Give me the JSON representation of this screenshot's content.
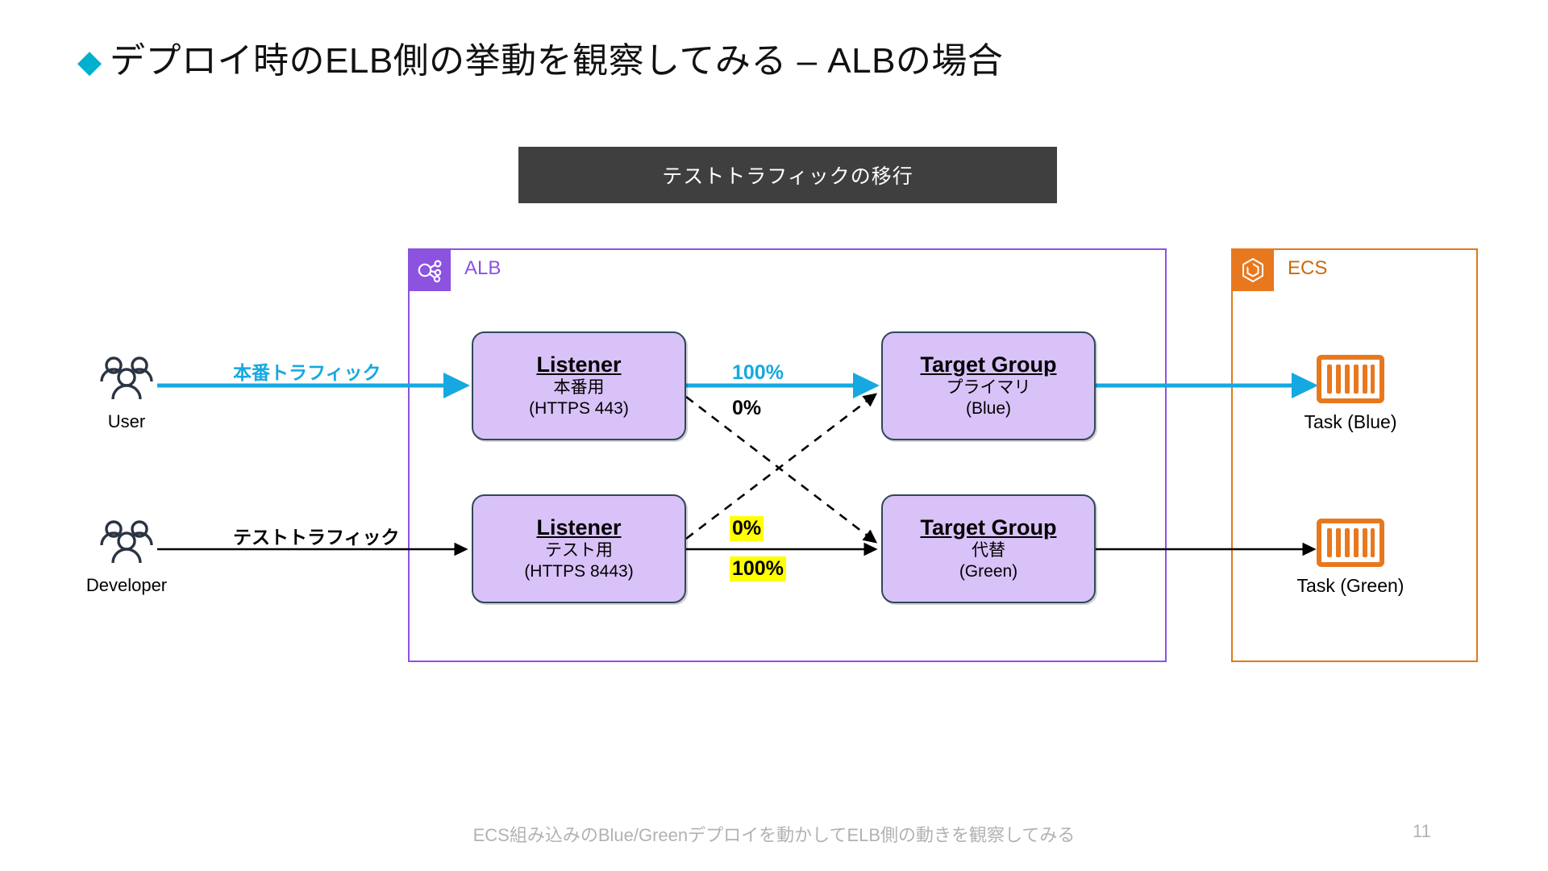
{
  "slide": {
    "title": "デプロイ時のELB側の挙動を観察してみる – ALBの場合",
    "title_bullet_icon": "diamond-bullet-icon",
    "caption": "テストトラフィックの移行",
    "footer": "ECS組み込みのBlue/Greenデプロイを動かしてELB側の動きを観察してみる",
    "page_number": "11"
  },
  "colors": {
    "accent_cyan": "#16a8e0",
    "bullet_cyan": "#00b0cc",
    "alb_purple": "#8c52e0",
    "ecs_orange": "#e8781e",
    "node_fill": "#d9c2f7",
    "node_stroke": "#2f4858",
    "caption_bar": "#3f3f3f",
    "highlight_yellow": "#ffff00",
    "footer_grey": "#b2b2b2"
  },
  "groups": {
    "alb": {
      "label": "ALB",
      "icon": "load-balancer-icon"
    },
    "ecs": {
      "label": "ECS",
      "icon": "ecs-container-icon"
    }
  },
  "actors": [
    {
      "label": "User",
      "icon": "users-group-icon"
    },
    {
      "label": "Developer",
      "icon": "users-group-icon"
    }
  ],
  "nodes": {
    "listener_prod": {
      "title": "Listener",
      "sub1": "本番用",
      "sub2": "(HTTPS 443)"
    },
    "listener_test": {
      "title": "Listener",
      "sub1": "テスト用",
      "sub2": "(HTTPS 8443)"
    },
    "tg_blue": {
      "title": "Target Group",
      "sub1": "プライマリ",
      "sub2": "(Blue)"
    },
    "tg_green": {
      "title": "Target Group",
      "sub1": "代替",
      "sub2": "(Green)"
    }
  },
  "tasks": [
    {
      "label": "Task (Blue)",
      "icon": "container-task-icon"
    },
    {
      "label": "Task (Green)",
      "icon": "container-task-icon"
    }
  ],
  "edge_labels": {
    "prod_traffic": "本番トラフィック",
    "test_traffic": "テストトラフィック",
    "prod_to_blue": "100%",
    "prod_to_green": "0%",
    "test_to_blue": "0%",
    "test_to_green": "100%"
  }
}
